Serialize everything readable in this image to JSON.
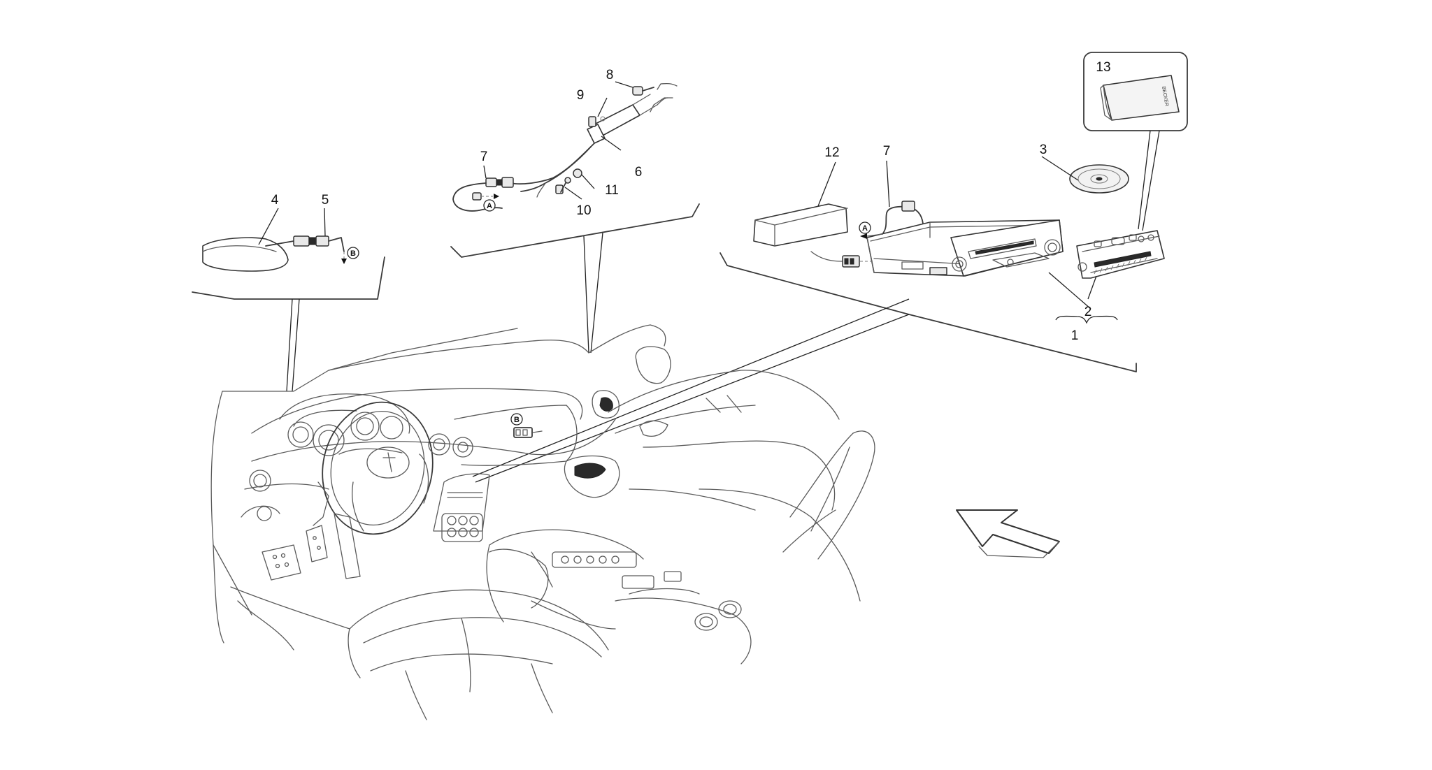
{
  "callouts": [
    {
      "id": "1",
      "label": "1"
    },
    {
      "id": "2",
      "label": "2"
    },
    {
      "id": "3",
      "label": "3"
    },
    {
      "id": "4",
      "label": "4"
    },
    {
      "id": "5",
      "label": "5"
    },
    {
      "id": "6",
      "label": "6"
    },
    {
      "id": "7a",
      "label": "7"
    },
    {
      "id": "7b",
      "label": "7"
    },
    {
      "id": "8",
      "label": "8"
    },
    {
      "id": "9",
      "label": "9"
    },
    {
      "id": "10",
      "label": "10"
    },
    {
      "id": "11",
      "label": "11"
    },
    {
      "id": "12",
      "label": "12"
    },
    {
      "id": "13",
      "label": "13"
    }
  ],
  "refs": {
    "a": "A",
    "b": "B"
  },
  "cartridge_brand": "BECKER"
}
